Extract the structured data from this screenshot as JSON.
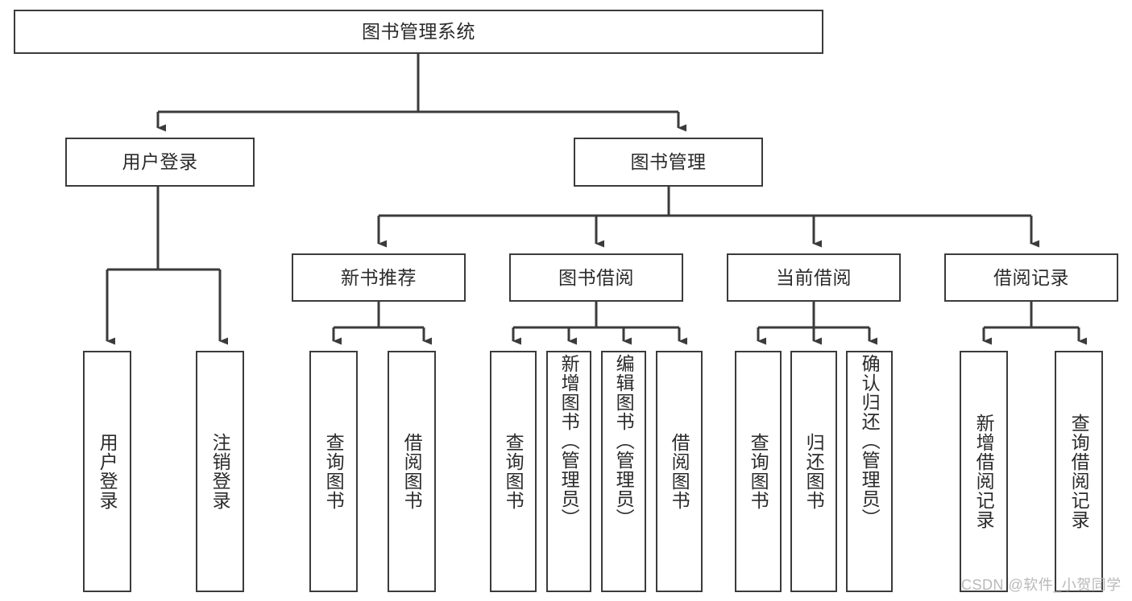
{
  "diagram": {
    "type": "tree-hierarchy-chart",
    "title": "图书管理系统",
    "stroke_color": "#3b3b3b",
    "text_color": "#2b2b2b",
    "background": "#ffffff",
    "levels": {
      "root": {
        "label": "图书管理系统"
      },
      "level2": [
        {
          "id": "user-login",
          "label": "用户登录"
        },
        {
          "id": "book-management",
          "label": "图书管理"
        }
      ],
      "level3": [
        {
          "id": "new-book-recommend",
          "label": "新书推荐"
        },
        {
          "id": "book-borrow",
          "label": "图书借阅"
        },
        {
          "id": "current-borrow",
          "label": "当前借阅"
        },
        {
          "id": "borrow-record",
          "label": "借阅记录"
        }
      ],
      "leaves": [
        {
          "id": "leaf-user-login",
          "label": "用户登录",
          "parent": "user-login"
        },
        {
          "id": "leaf-logout-login",
          "label": "注销登录",
          "parent": "user-login"
        },
        {
          "id": "leaf-query-book-1",
          "label": "查询图书",
          "parent": "new-book-recommend"
        },
        {
          "id": "leaf-borrow-book-1",
          "label": "借阅图书",
          "parent": "new-book-recommend"
        },
        {
          "id": "leaf-query-book-2",
          "label": "查询图书",
          "parent": "book-borrow"
        },
        {
          "id": "leaf-add-book",
          "label": "新增图书（管理员）",
          "parent": "book-borrow"
        },
        {
          "id": "leaf-edit-book",
          "label": "编辑图书（管理员）",
          "parent": "book-borrow"
        },
        {
          "id": "leaf-borrow-book-2",
          "label": "借阅图书",
          "parent": "book-borrow"
        },
        {
          "id": "leaf-query-book-3",
          "label": "查询图书",
          "parent": "current-borrow"
        },
        {
          "id": "leaf-return-book",
          "label": "归还图书",
          "parent": "current-borrow"
        },
        {
          "id": "leaf-confirm-return",
          "label": "确认归还（管理员）",
          "parent": "current-borrow"
        },
        {
          "id": "leaf-add-record",
          "label": "新增借阅记录",
          "parent": "borrow-record"
        },
        {
          "id": "leaf-query-record",
          "label": "查询借阅记录",
          "parent": "borrow-record"
        }
      ]
    }
  },
  "watermark": {
    "text": "CSDN @软件_小贺同学"
  }
}
